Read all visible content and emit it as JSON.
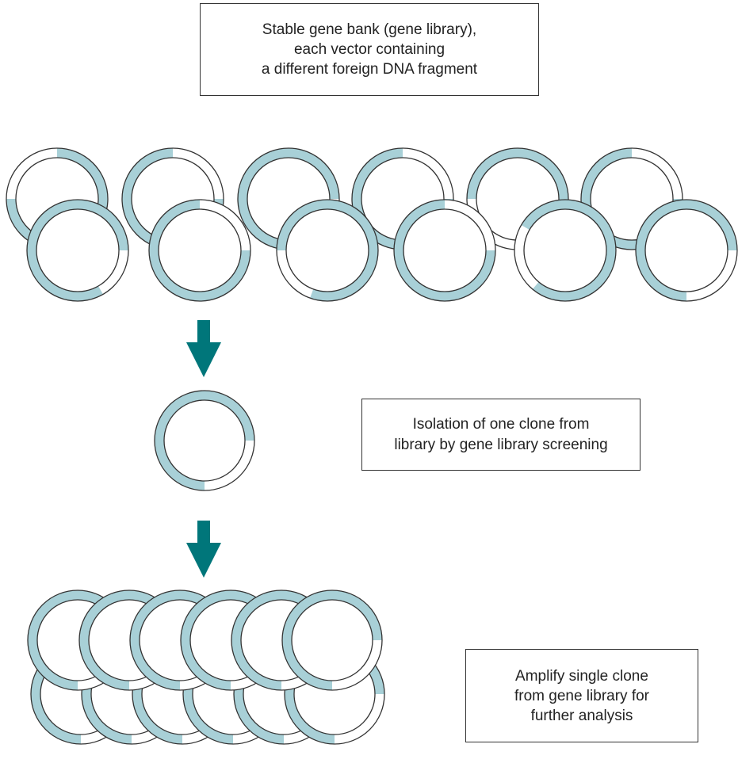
{
  "labels": {
    "library": [
      "Stable gene bank (gene library),",
      "each vector containing",
      "a different foreign DNA fragment"
    ],
    "isolation": [
      "Isolation of one clone from",
      "library by gene library screening"
    ],
    "amplify": [
      "Amplify single clone",
      "from gene library for",
      "further analysis"
    ]
  },
  "colors": {
    "vector_ring": "#a8d0d7",
    "insert_segment": "#ffffff",
    "ring_outline": "#333333",
    "arrow": "#00767a",
    "box_border": "#333333",
    "text": "#222222"
  },
  "icons": {
    "plasmid": "circular-vector-icon",
    "arrow": "down-arrow-icon"
  },
  "plasmid_counts": {
    "library_back_row": 6,
    "library_front_row": 6,
    "isolated_clone": 1,
    "amplified_back_row": 6,
    "amplified_front_row": 6
  }
}
